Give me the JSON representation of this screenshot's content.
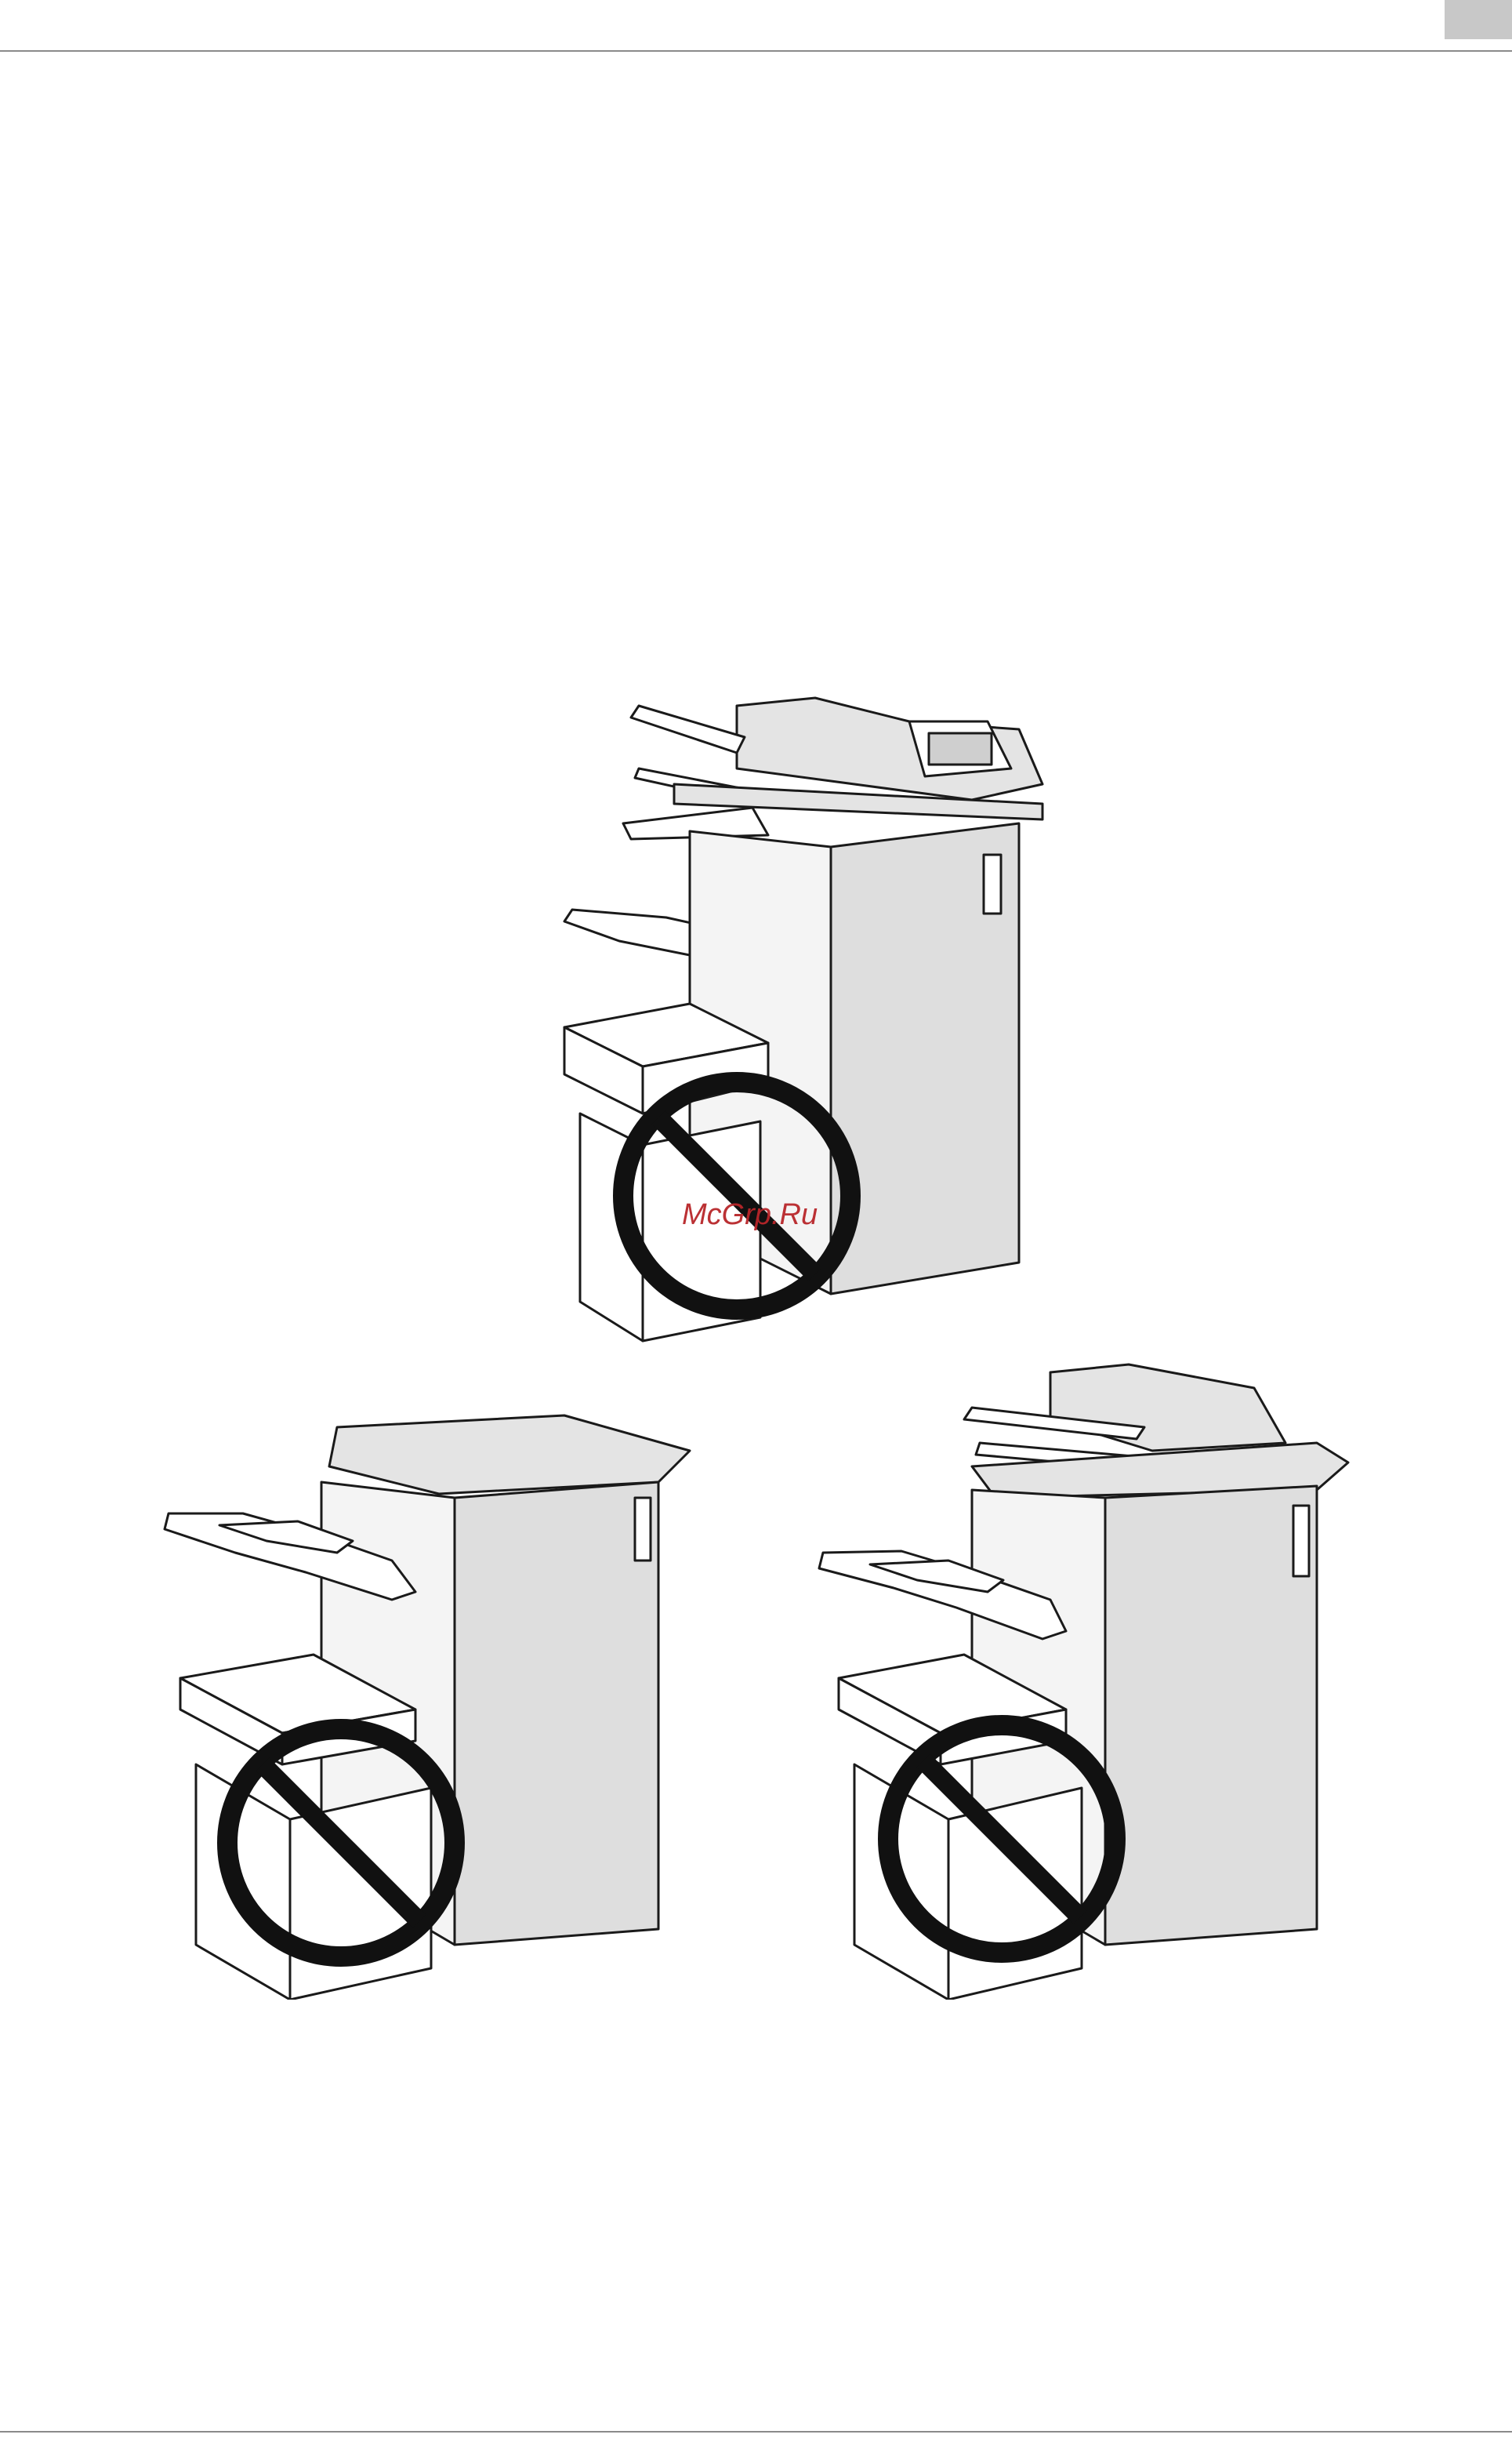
{
  "page": {
    "watermark_text": "McGrp.Ru"
  },
  "figures": [
    {
      "id": "finisher-with-saddle-stitcher",
      "prohibition": true
    },
    {
      "id": "finisher-basic",
      "prohibition": true
    },
    {
      "id": "finisher-with-mailbin",
      "prohibition": true
    }
  ],
  "colors": {
    "line": "#1a1a1a",
    "cabinet_fill": "#dedede",
    "box_fill": "#ffffff",
    "prohibition": "#111111",
    "watermark": "#b8262a"
  },
  "icons": [
    "prohibition-icon"
  ]
}
